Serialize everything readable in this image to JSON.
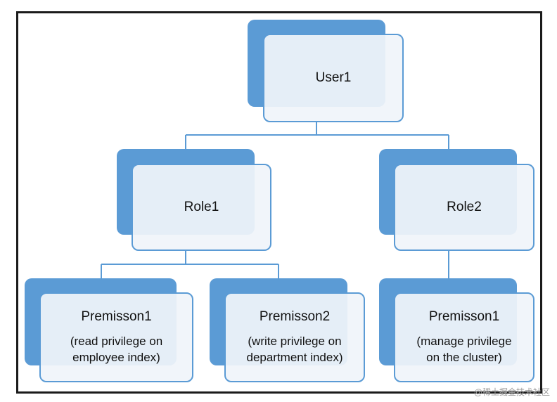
{
  "colors": {
    "back_box": "#5b9bd5",
    "front_box": "#f0f4fa",
    "connector": "#5b9bd5",
    "frame": "#1b1b1b"
  },
  "nodes": {
    "user1": {
      "title": "User1"
    },
    "role1": {
      "title": "Role1"
    },
    "role2": {
      "title": "Role2"
    },
    "perm1": {
      "title": "Premisson1",
      "line1": "(read privilege on",
      "line2": "employee index)"
    },
    "perm2": {
      "title": "Premisson2",
      "line1": "(write privilege on",
      "line2": "department index)"
    },
    "perm3": {
      "title": "Premisson1",
      "line1": "(manage privilege",
      "line2": "on the cluster)"
    }
  },
  "edges": [
    {
      "from": "User1",
      "to": "Role1"
    },
    {
      "from": "User1",
      "to": "Role2"
    },
    {
      "from": "Role1",
      "to": "Premisson1 (read privilege on employee index)"
    },
    {
      "from": "Role1",
      "to": "Premisson2 (write privilege on department index)"
    },
    {
      "from": "Role2",
      "to": "Premisson1 (manage privilege on the cluster)"
    }
  ],
  "watermark": "@稀土掘金技术社区"
}
